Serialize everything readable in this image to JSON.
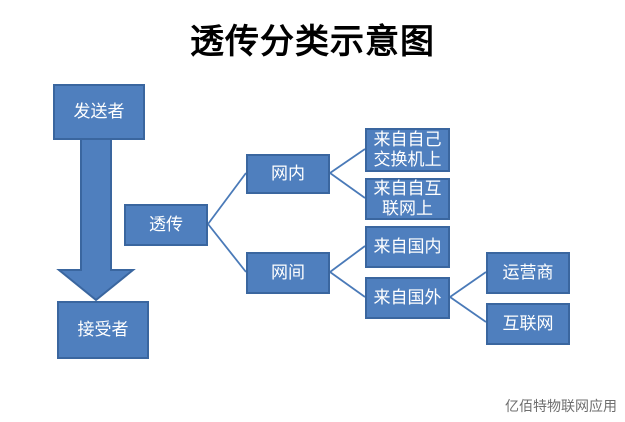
{
  "title": "透传分类示意图",
  "nodes": {
    "sender": "发送者",
    "receiver": "接受者",
    "passthrough": "透传",
    "intranet": "网内",
    "internet": "网间",
    "from_self": "来自自己交换机上",
    "from_peer": "来自自互联网上",
    "domestic": "来自国内",
    "foreign": "来自国外",
    "carrier": "运营商",
    "interconnect": "互联网"
  },
  "watermark": "亿佰特物联网应用",
  "colors": {
    "box_fill": "#4f7fbe",
    "box_border": "#3a669f",
    "connector": "#4a7ab8"
  }
}
